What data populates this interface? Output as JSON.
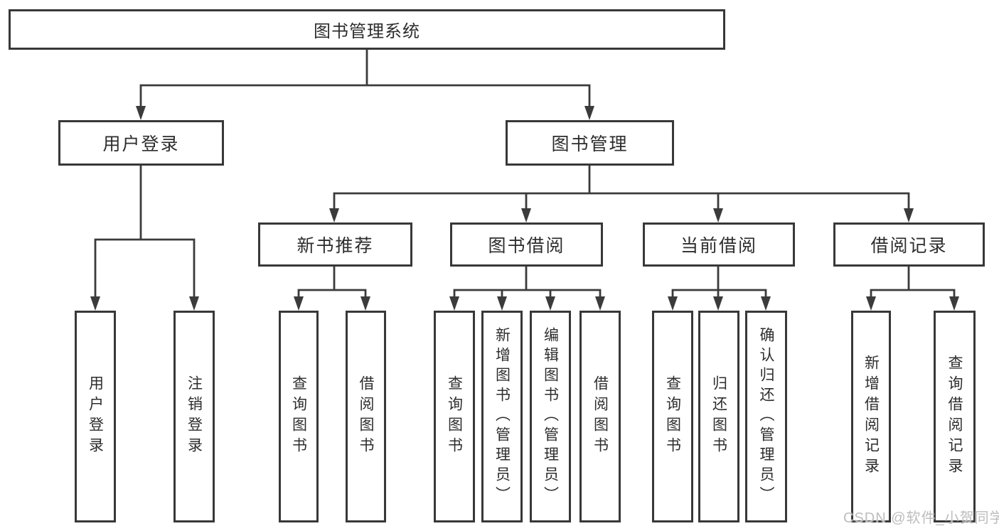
{
  "diagram_title": "图书管理系统",
  "nodes": {
    "root": {
      "label": "图书管理系统"
    },
    "user_login": {
      "label": "用户登录",
      "children": {
        "login": {
          "label": "用户登录"
        },
        "logout": {
          "label": "注销登录"
        }
      }
    },
    "book_mgmt": {
      "label": "图书管理",
      "children": {
        "new_book_rec": {
          "label": "新书推荐",
          "children": {
            "query_books": {
              "label": "查询图书"
            },
            "borrow_books": {
              "label": "借阅图书"
            }
          }
        },
        "book_borrow": {
          "label": "图书借阅",
          "children": {
            "query_books": {
              "label": "查询图书"
            },
            "add_books": {
              "label": "新增图书（管理员）"
            },
            "edit_books": {
              "label": "编辑图书（管理员）"
            },
            "borrow_books": {
              "label": "借阅图书"
            }
          }
        },
        "current_borrow": {
          "label": "当前借阅",
          "children": {
            "query_books": {
              "label": "查询图书"
            },
            "return_books": {
              "label": "归还图书"
            },
            "confirm_return": {
              "label": "确认归还（管理员）"
            }
          }
        },
        "borrow_record": {
          "label": "借阅记录",
          "children": {
            "add_record": {
              "label": "新增借阅记录"
            },
            "query_record": {
              "label": "查询借阅记录"
            }
          }
        }
      }
    }
  },
  "watermark": {
    "text": "CSDN @软件_小贺同学"
  },
  "colors": {
    "line": "#3b3b3b",
    "box_border": "#383838",
    "text": "#2d2d2d",
    "background": "#ffffff",
    "watermark": "#bdbdbd"
  }
}
